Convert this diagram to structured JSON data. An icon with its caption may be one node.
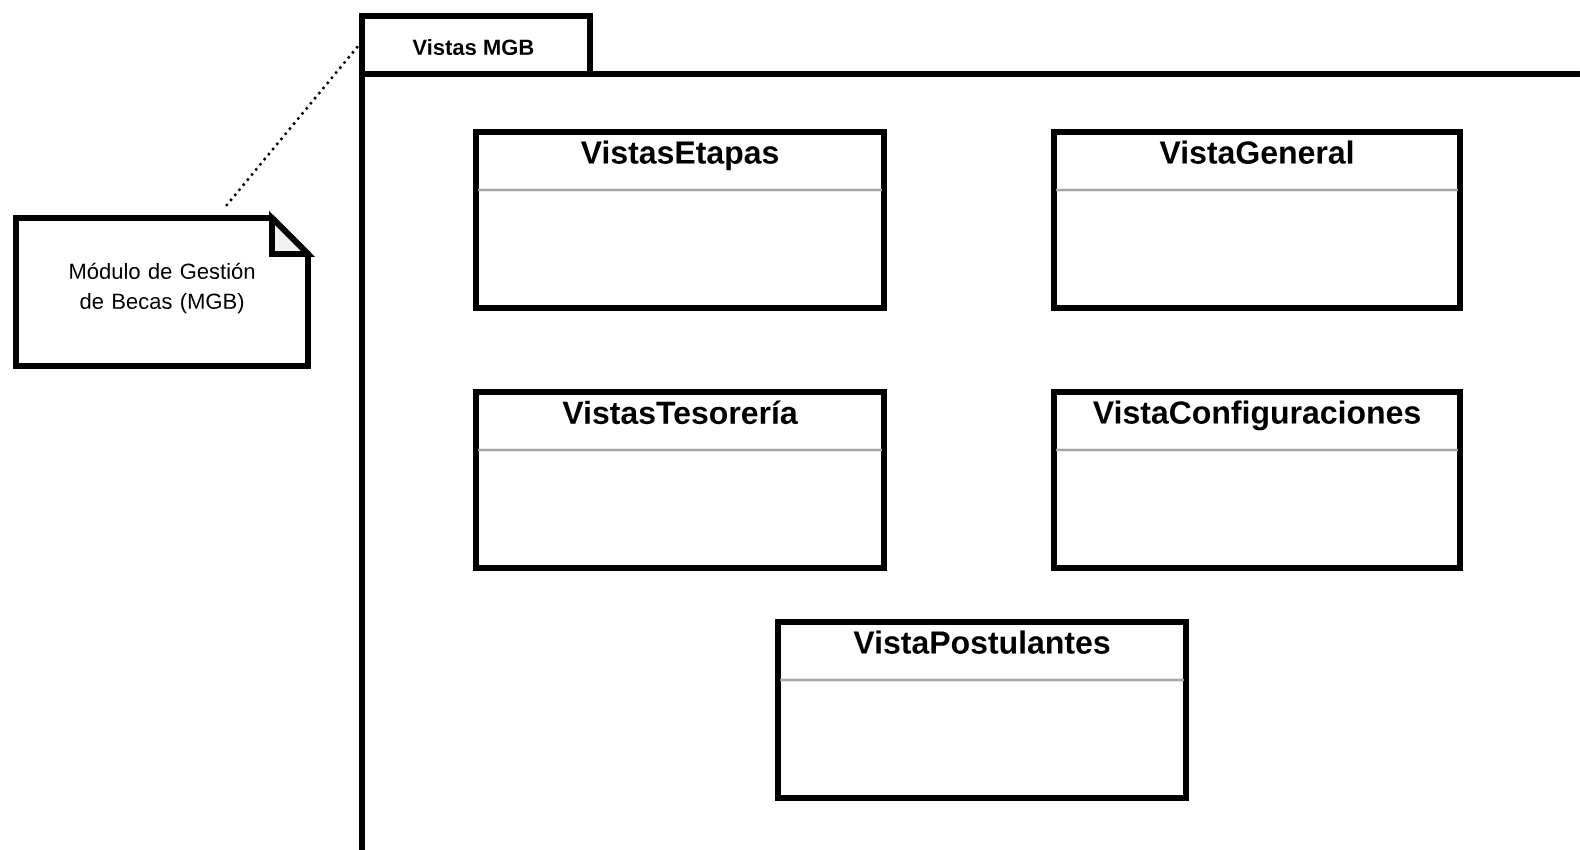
{
  "diagram": {
    "nodes": [
      {
        "text": [
          "Vistas MGB"
        ]
      },
      {
        "text": [
          "VistasEtapas"
        ],
        "in": 0
      },
      {
        "text": [
          "VistaGeneral"
        ],
        "in": 0
      },
      {
        "text": [
          "VistasTesorería"
        ],
        "in": 0
      },
      {
        "text": [
          "VistaConfiguraciones"
        ],
        "in": 0
      },
      {
        "text": [
          "VistaPostulantes"
        ],
        "in": 0
      },
      {
        "text": [
          "Módulo de Gestión de Becas (MGB)"
        ]
      }
    ],
    "edges": [
      {
        "from": 6,
        "to": 0,
        "arrow": "none",
        "style": "dashed"
      }
    ]
  }
}
